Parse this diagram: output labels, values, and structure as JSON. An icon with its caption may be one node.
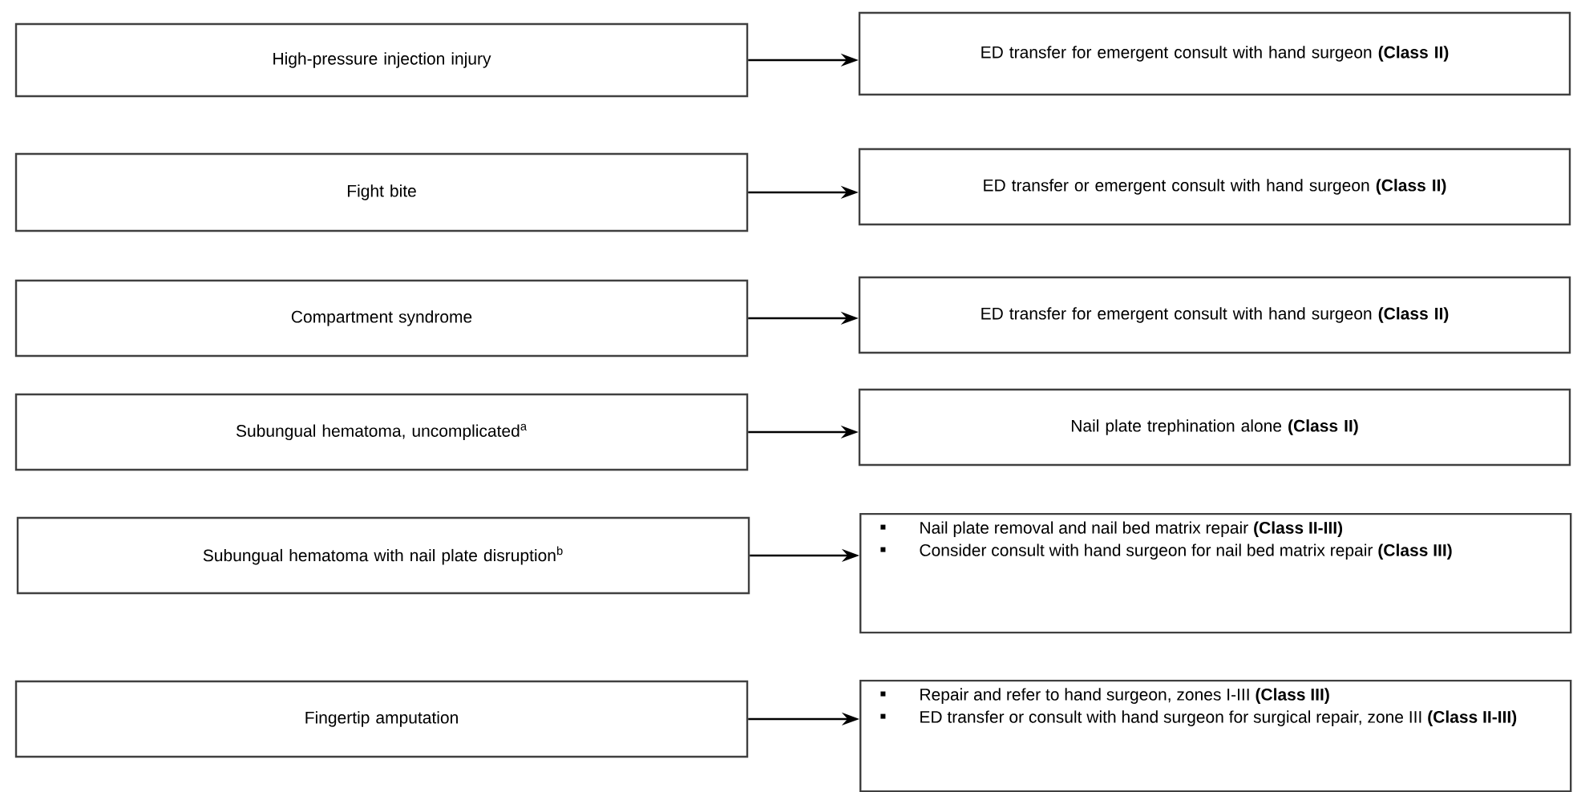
{
  "diagram": {
    "nodes": [
      {
        "text": [
          "High-pressure injection injury"
        ]
      },
      {
        "text": [
          "ED transfer for emergent consult with hand surgeon **(Class II)**"
        ]
      },
      {
        "text": [
          "Fight bite"
        ]
      },
      {
        "text": [
          "ED transfer or emergent consult with hand surgeon **(Class II)**"
        ]
      },
      {
        "text": [
          "Compartment syndrome"
        ]
      },
      {
        "text": [
          "ED transfer for emergent consult with hand surgeon **(Class II)**"
        ]
      },
      {
        "text": [
          "Subungual hematoma, uncomplicated$^{a}$"
        ]
      },
      {
        "text": [
          "Nail plate trephination alone **(Class II)**"
        ]
      },
      {
        "text": [
          "Subungual hematoma with nail plate disruption$^{b}$"
        ]
      },
      {
        "text": [
          "Nail plate removal and nail bed matrix repair **(Class II-III)**",
          "Consider consult with hand surgeon for nail bed matrix repair **(Class III)**"
        ]
      },
      {
        "text": [
          "Fingertip amputation"
        ]
      },
      {
        "text": [
          "Repair and refer to hand surgeon, zones I-III **(Class III)**",
          "ED transfer or consult with hand surgeon for surgical repair, zone III **(Class II-III)**"
        ]
      }
    ],
    "edges": [
      {
        "from": 0,
        "to": 1,
        "arrow": "to"
      },
      {
        "from": 2,
        "to": 3,
        "arrow": "to"
      },
      {
        "from": 4,
        "to": 5,
        "arrow": "to"
      },
      {
        "from": 6,
        "to": 7,
        "arrow": "to"
      },
      {
        "from": 8,
        "to": 9,
        "arrow": "to"
      },
      {
        "from": 10,
        "to": 11,
        "arrow": "to"
      }
    ]
  }
}
